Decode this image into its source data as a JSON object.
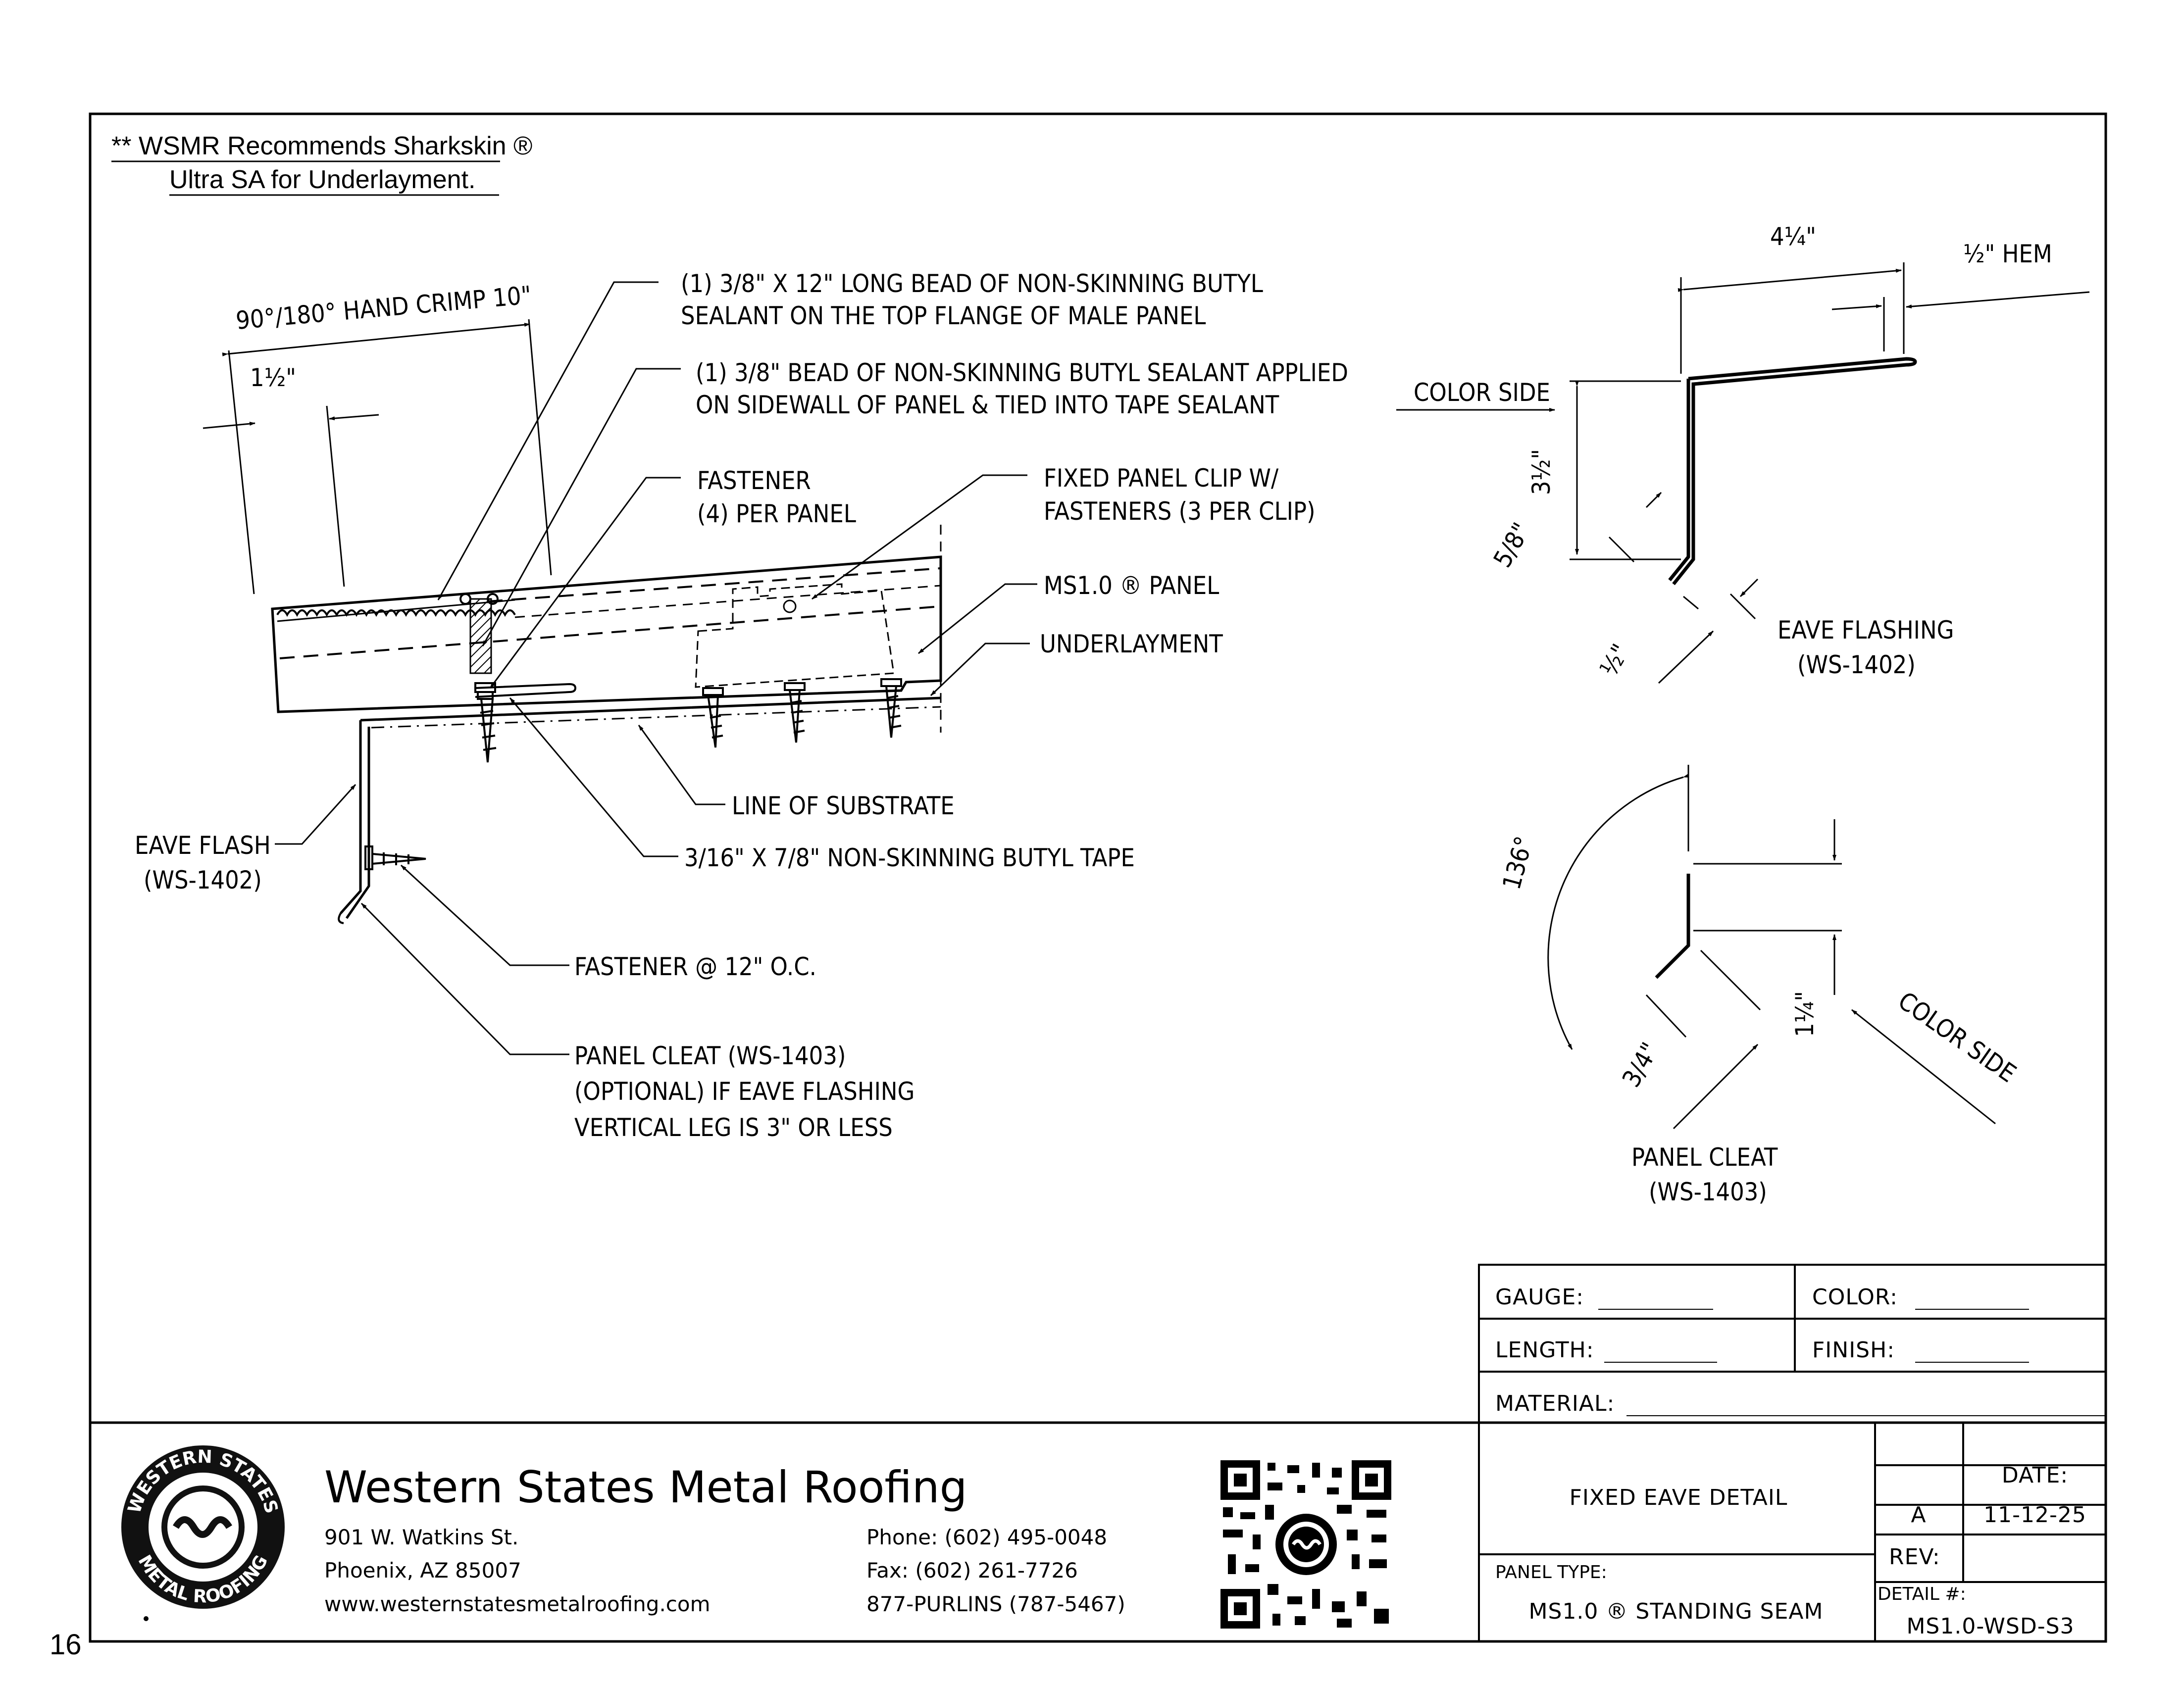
{
  "page_number": "16",
  "note": {
    "line1": "** WSMR Recommends Sharkskin ®",
    "line2": "Ultra SA for Underlayment."
  },
  "main_detail": {
    "crimp_label": "90°/180° HAND CRIMP 10\"",
    "dim_one_half": "1½\"",
    "callout_bead_top_1": "(1) 3/8\" X 12\" LONG BEAD OF NON-SKINNING BUTYL",
    "callout_bead_top_2": "SEALANT ON THE TOP FLANGE OF MALE PANEL",
    "callout_bead_side_1": "(1) 3/8\" BEAD OF NON-SKINNING BUTYL SEALANT APPLIED",
    "callout_bead_side_2": "ON SIDEWALL OF PANEL & TIED INTO TAPE SEALANT",
    "callout_fastener_1": "FASTENER",
    "callout_fastener_2": "(4) PER PANEL",
    "callout_clip_1": "FIXED PANEL CLIP W/",
    "callout_clip_2": "FASTENERS (3 PER CLIP)",
    "callout_panel": "MS1.0 ® PANEL",
    "callout_underlayment": "UNDERLAYMENT",
    "callout_substrate": "LINE OF SUBSTRATE",
    "callout_tape": "3/16\" X 7/8\" NON-SKINNING BUTYL TAPE",
    "callout_eave_1": "EAVE FLASH",
    "callout_eave_2": "(WS-1402)",
    "callout_fastener_oc": "FASTENER @ 12\" O.C.",
    "callout_cleat_1": "PANEL CLEAT (WS-1403)",
    "callout_cleat_2": "(OPTIONAL) IF EAVE FLASHING",
    "callout_cleat_3": "VERTICAL LEG IS 3\" OR LESS"
  },
  "eave_flashing_detail": {
    "dim_top": "4¼\"",
    "dim_hem": "½\" HEM",
    "color_side": "COLOR SIDE",
    "dim_height": "3½\"",
    "dim_five_eighths": "5/8\"",
    "dim_half": "½\"",
    "title_1": "EAVE FLASHING",
    "title_2": "(WS-1402)"
  },
  "panel_cleat_detail": {
    "angle": "136°",
    "dim_one_quarter": "1¼\"",
    "dim_three_quarters": "3/4\"",
    "color_side": "COLOR SIDE",
    "title_1": "PANEL CLEAT",
    "title_2": "(WS-1403)"
  },
  "spec_table": {
    "gauge_label": "GAUGE:",
    "color_label": "COLOR:",
    "length_label": "LENGTH:",
    "finish_label": "FINISH:",
    "material_label": "MATERIAL:"
  },
  "title_block": {
    "company_name": "Western States Metal Roofing",
    "address_1": "901 W. Watkins St.",
    "address_2": "Phoenix, AZ 85007",
    "website": "www.westernstatesmetalroofing.com",
    "phone": "Phone: (602) 495-0048",
    "fax": "Fax: (602) 261-7726",
    "purlins": "877-PURLINS (787-5467)",
    "logo_text_top": "WESTERN STATES",
    "logo_text_bottom": "METAL ROOFING",
    "drawing_title": "FIXED EAVE DETAIL",
    "panel_type_label": "PANEL TYPE:",
    "panel_type_value": "MS1.0 ® STANDING SEAM",
    "date_label": "DATE:",
    "rev_letter": "A",
    "date_value": "11-12-25",
    "rev_label": "REV:",
    "detail_label": "DETAIL #:",
    "detail_value": "MS1.0-WSD-S3"
  }
}
